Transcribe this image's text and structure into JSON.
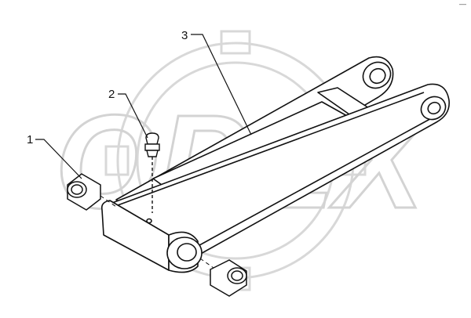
{
  "watermark": {
    "text": "OPEX"
  },
  "corner_mark": "—",
  "callouts": [
    {
      "id": "1",
      "label": "1"
    },
    {
      "id": "2",
      "label": "2"
    },
    {
      "id": "3",
      "label": "3"
    }
  ],
  "parts": [
    {
      "callout": "1",
      "name": "bushing",
      "icon": "bushing-icon"
    },
    {
      "callout": "2",
      "name": "grease-nipple",
      "icon": "grease-nipple-icon"
    },
    {
      "callout": "3",
      "name": "link-arm",
      "icon": "link-arm-icon"
    }
  ]
}
